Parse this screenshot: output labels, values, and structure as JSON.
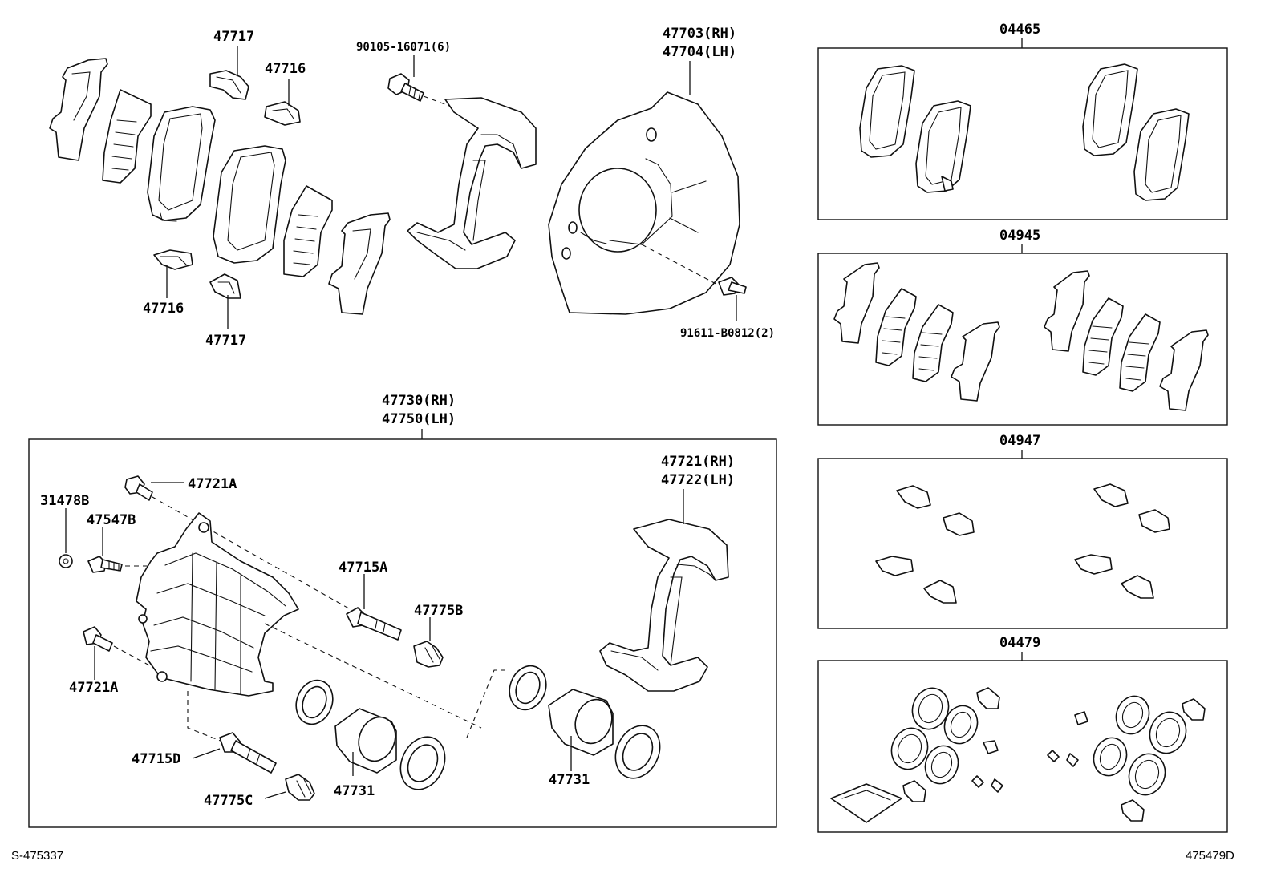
{
  "labels": {
    "p47717_top": "47717",
    "p47716_top": "47716",
    "p90105": "90105-16071(6)",
    "p47703": "47703(RH)",
    "p47704": "47704(LH)",
    "p91611": "91611-B0812(2)",
    "p47716_bot": "47716",
    "p47717_bot": "47717",
    "p47730": "47730(RH)",
    "p47750": "47750(LH)",
    "p47721A_top": "47721A",
    "p31478B": "31478B",
    "p47547B": "47547B",
    "p47715A": "47715A",
    "p47775B": "47775B",
    "p47721RH": "47721(RH)",
    "p47722LH": "47722(LH)",
    "p47721A_bot": "47721A",
    "p47715D": "47715D",
    "p47775C": "47775C",
    "p47731_left": "47731",
    "p47731_right": "47731",
    "kit04465": "04465",
    "kit04945": "04945",
    "kit04947": "04947",
    "kit04479": "04479"
  },
  "footer": {
    "left_code": "S-475337",
    "right_code": "475479D"
  }
}
